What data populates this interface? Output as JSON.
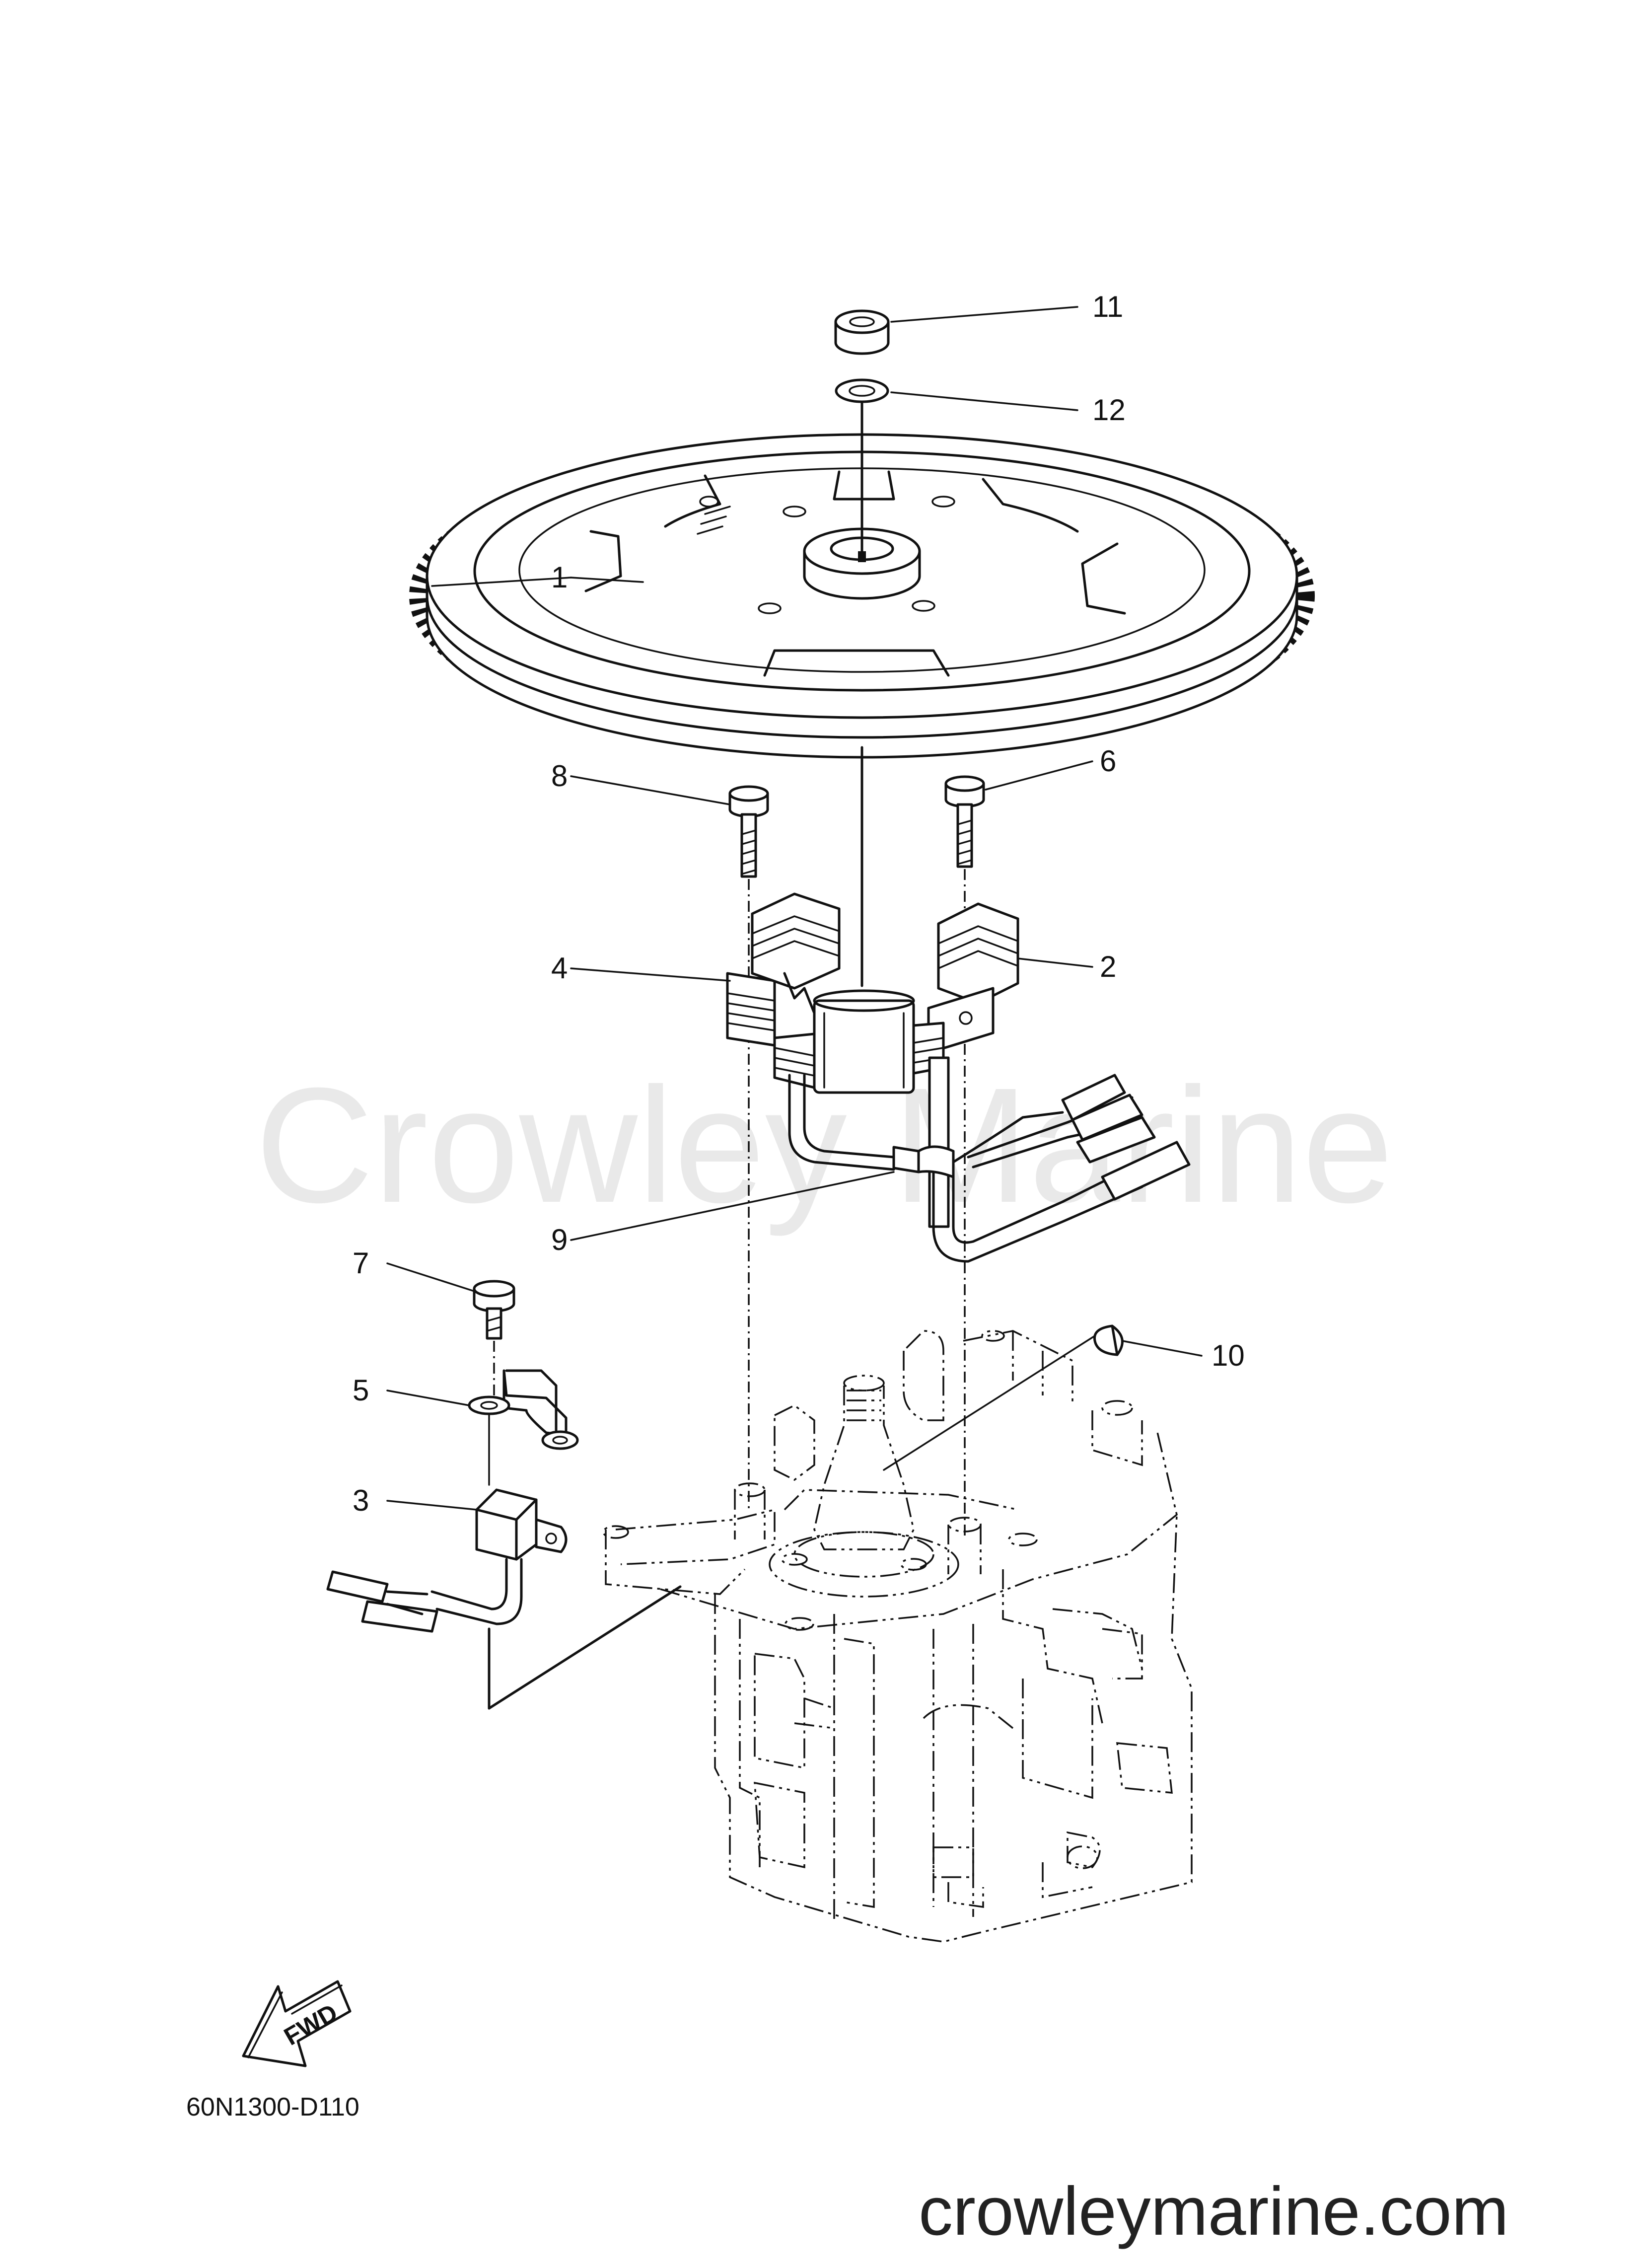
{
  "watermark": "Crowley Marine",
  "site_url": "crowleymarine.com",
  "diagram_ref": "60N1300-D110",
  "fwd_label": "FWD",
  "callouts": {
    "c1": "1",
    "c2": "2",
    "c3": "3",
    "c4": "4",
    "c5": "5",
    "c6": "6",
    "c7": "7",
    "c8": "8",
    "c9": "9",
    "c10": "10",
    "c11": "11",
    "c12": "12"
  }
}
